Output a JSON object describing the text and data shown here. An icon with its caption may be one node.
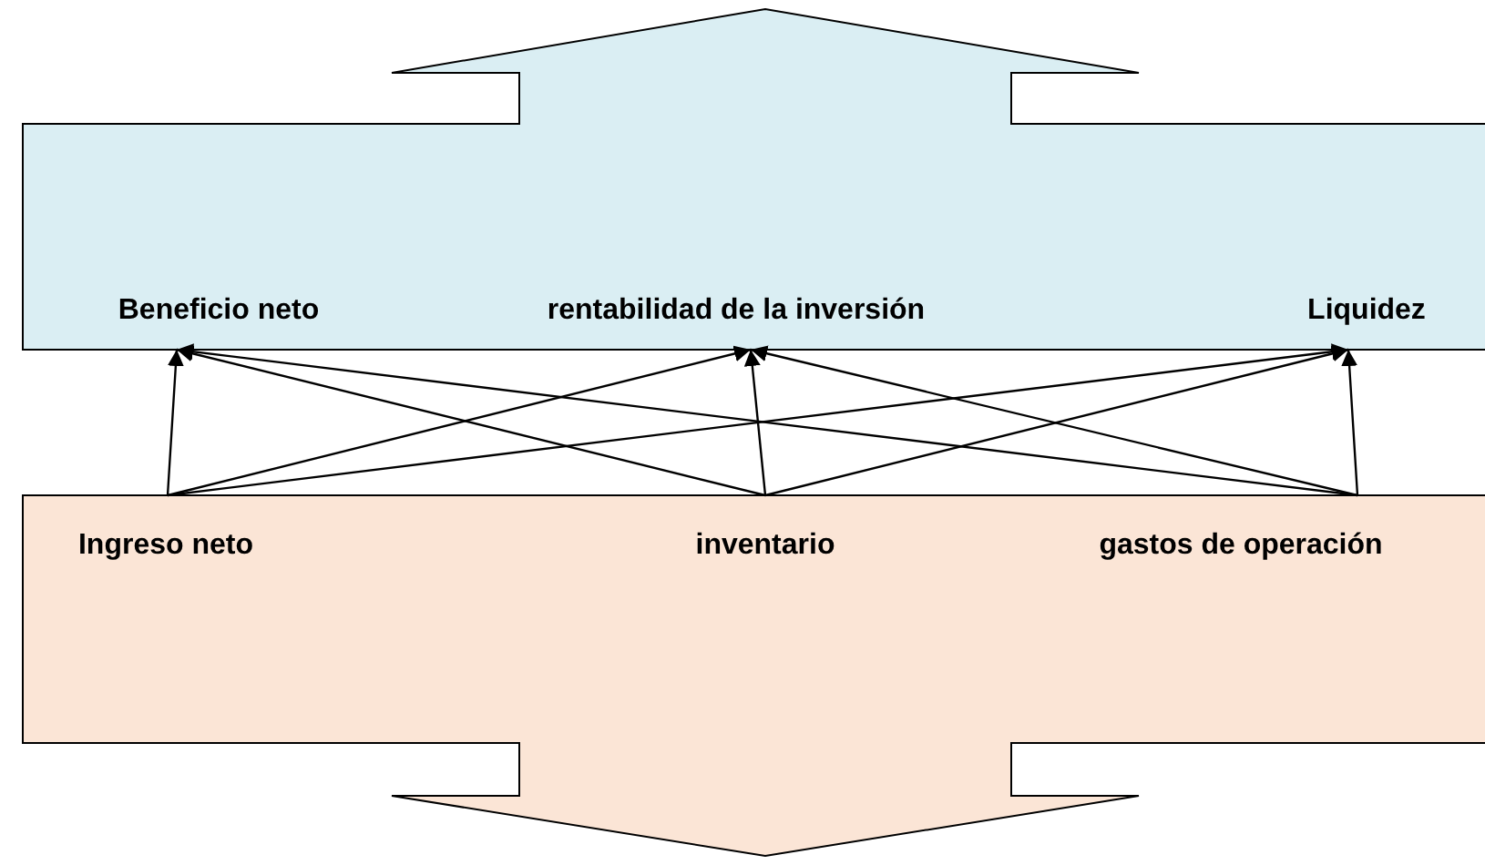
{
  "diagram": {
    "nodes": [
      {
        "text": [],
        "shape": "arrow"
      },
      {
        "text": [
          "Beneficio neto"
        ],
        "in": 0
      },
      {
        "text": [
          "rentabilidad de la inversión"
        ],
        "in": 0
      },
      {
        "text": [
          "Liquidez"
        ],
        "in": 0
      },
      {
        "text": [],
        "shape": "arrow"
      },
      {
        "text": [
          "Ingreso neto"
        ],
        "in": 4
      },
      {
        "text": [
          "inventario"
        ],
        "in": 4
      },
      {
        "text": [
          "gastos de operación"
        ],
        "in": 4
      }
    ],
    "edges": [
      {
        "from": 5,
        "to": 1,
        "arrow": "to"
      },
      {
        "from": 5,
        "to": 2,
        "arrow": "to"
      },
      {
        "from": 5,
        "to": 3,
        "arrow": "to"
      },
      {
        "from": 6,
        "to": 1,
        "arrow": "to"
      },
      {
        "from": 6,
        "to": 2,
        "arrow": "to"
      },
      {
        "from": 6,
        "to": 3,
        "arrow": "to"
      },
      {
        "from": 7,
        "to": 1,
        "arrow": "to"
      },
      {
        "from": 7,
        "to": 2,
        "arrow": "to"
      },
      {
        "from": 7,
        "to": 3,
        "arrow": "to"
      }
    ]
  }
}
